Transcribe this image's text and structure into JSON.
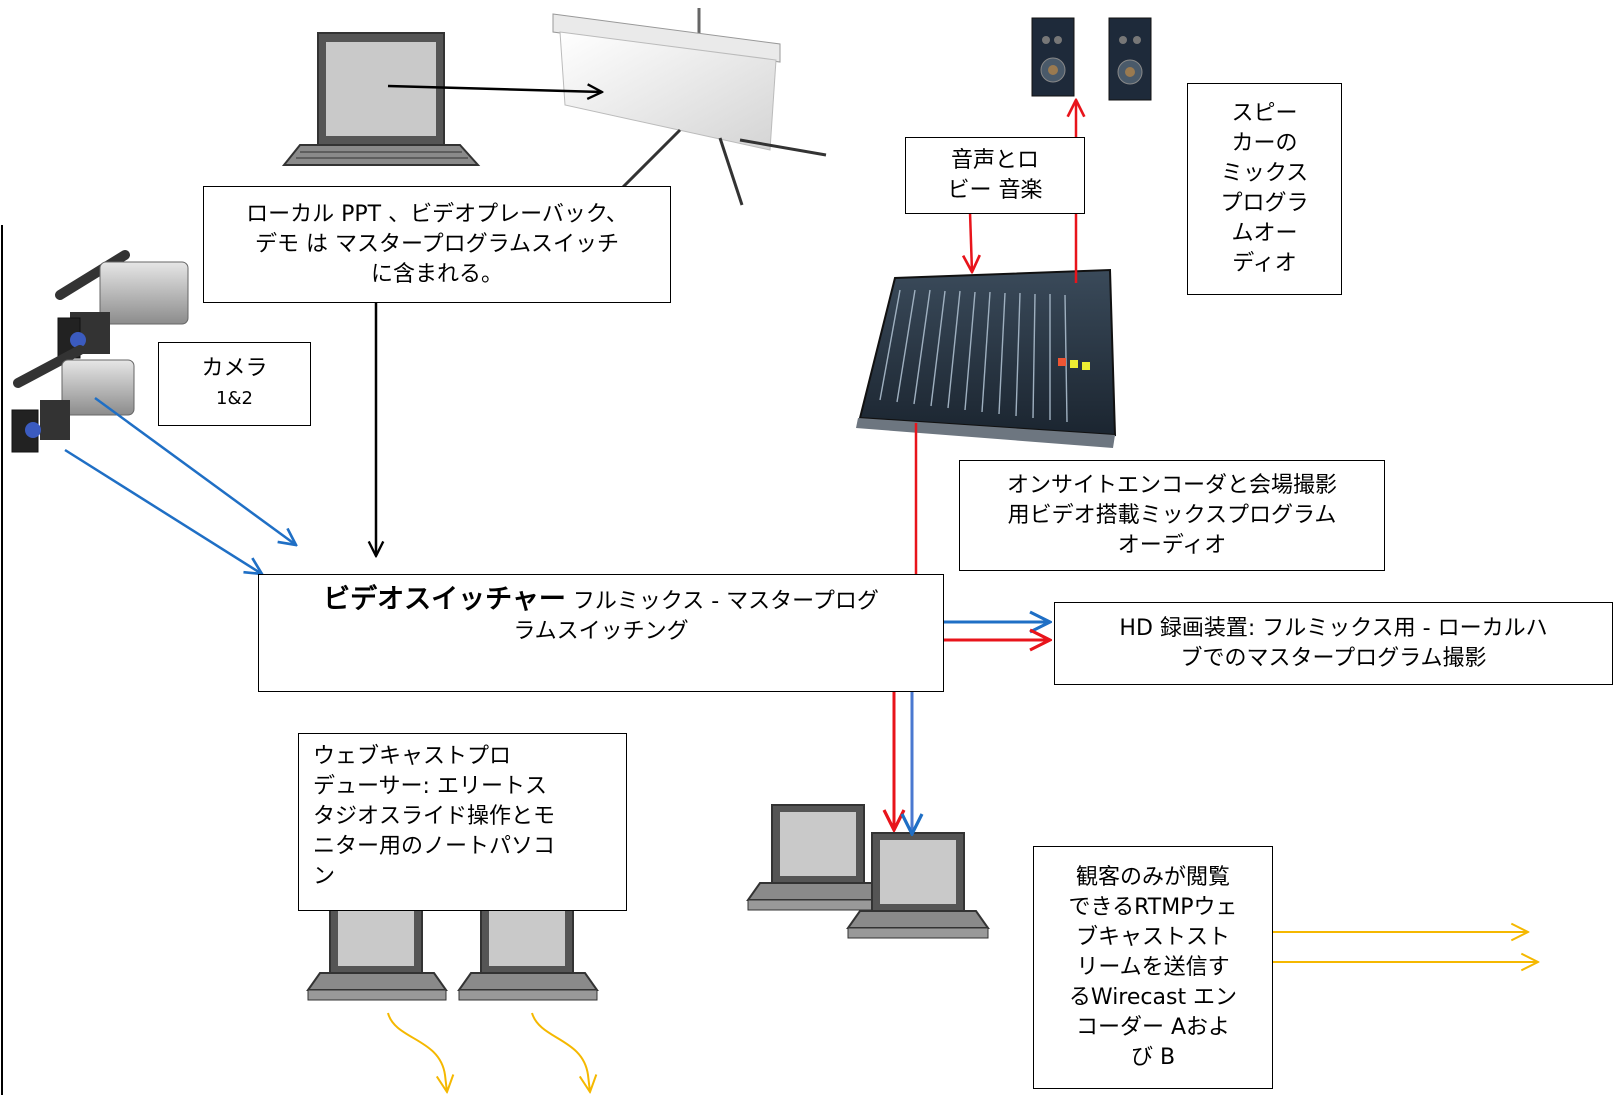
{
  "labels": {
    "local_ppt": [
      "ローカル PPT 、ビデオプレーバック、",
      "デモ は マスタープログラムスイッチ",
      "に含まれる。"
    ],
    "camera_title": "カメラ",
    "camera_sub": "1&2",
    "audio_music": [
      "音声とロ",
      "ビー 音楽"
    ],
    "speaker_mix": [
      "スピー",
      "カーの",
      "ミックス",
      "プログラ",
      "ムオー",
      "ディオ"
    ],
    "onsite_encoder": [
      "オンサイトエンコーダと会場撮影",
      "用ビデオ搭載ミックスプログラム",
      "オーディオ"
    ],
    "switcher_title": "ビデオスイッチャー",
    "switcher_desc_1": " フルミックス - マスタープログ",
    "switcher_desc_2": "ラムスイッチング",
    "hd_recorder": [
      "HD 録画装置: フルミックス用 - ローカルハ",
      "ブでのマスタープログラム撮影"
    ],
    "webcast_producer": [
      "ウェブキャストプロ",
      "デューサー: エリートス",
      "タジオスライド操作とモ",
      "ニター用のノートパソコ",
      "ン"
    ],
    "rtmp_encoder": [
      "観客のみが閲覧",
      "できるRTMPウェ",
      "ブキャストスト",
      "リームを送信す",
      "るWirecast エン",
      "コーダー Aおよ",
      "び B"
    ]
  },
  "colors": {
    "video_link": "#1f6fc5",
    "audio_link": "#e8141b",
    "stream_link": "#f5b800",
    "control_link": "#000000"
  }
}
